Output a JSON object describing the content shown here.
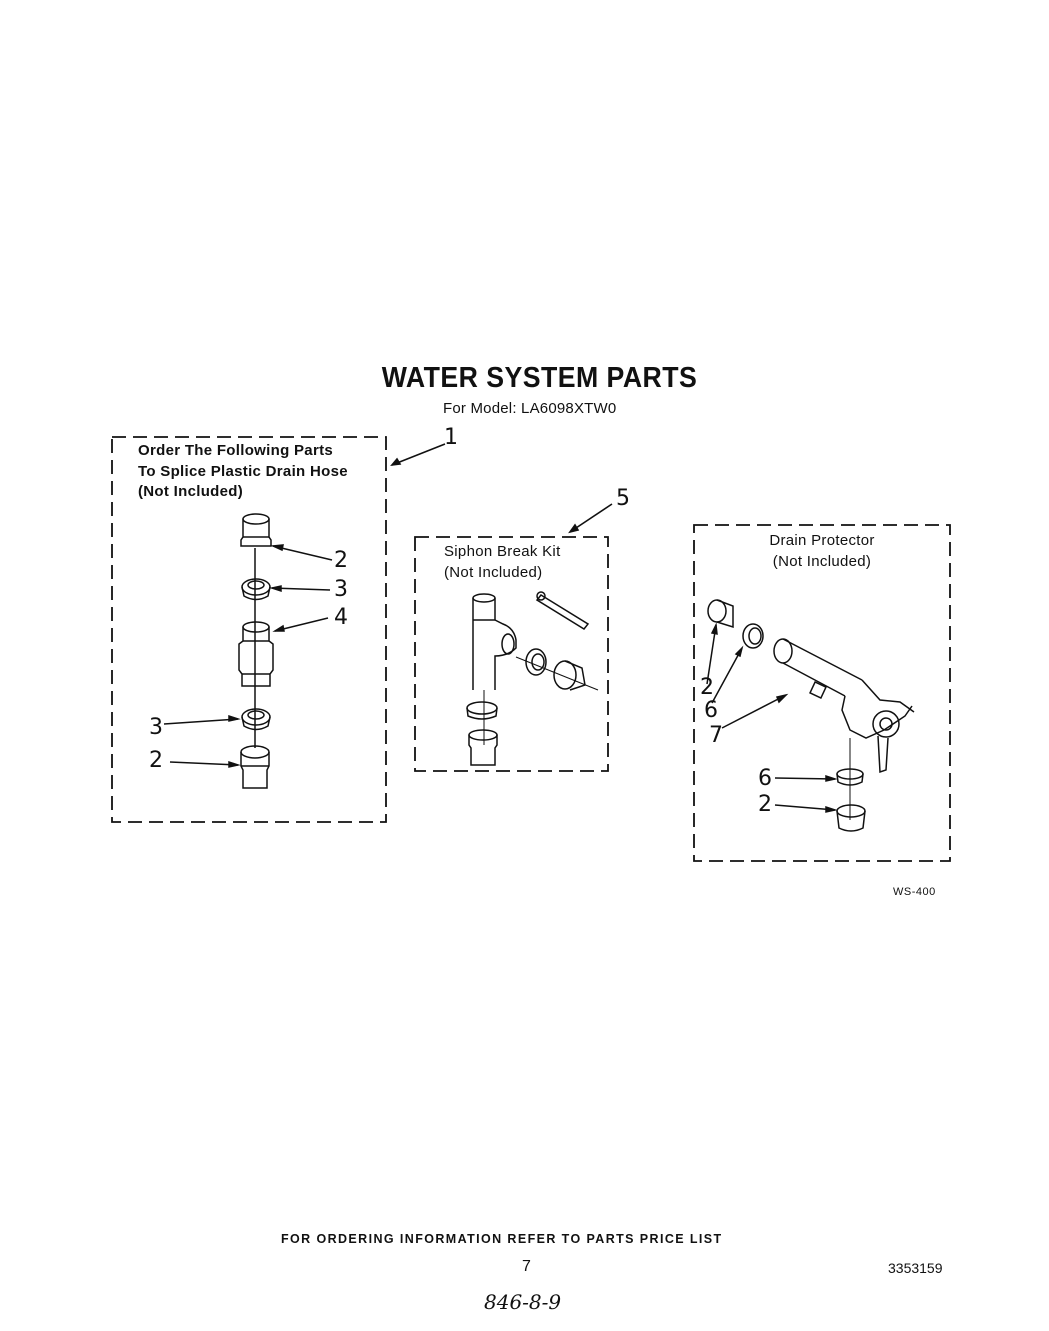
{
  "page": {
    "title": "WATER SYSTEM PARTS",
    "subtitle": "For Model: LA6098XTW0",
    "figure_code": "WS-400",
    "footer": "FOR ORDERING INFORMATION REFER TO PARTS PRICE LIST",
    "page_number": "7",
    "doc_number": "3353159",
    "handwritten_note": "846-8-9"
  },
  "splice_box": {
    "line1": "Order The Following Parts",
    "line2": "To Splice Plastic Drain Hose",
    "line3": "(Not Included)",
    "callout": "1",
    "parts": [
      "2",
      "3",
      "4",
      "3",
      "2"
    ]
  },
  "siphon_box": {
    "line1": "Siphon Break Kit",
    "line2": "(Not Included)",
    "callout": "5"
  },
  "drain_box": {
    "line1": "Drain Protector",
    "line2": "(Not Included)",
    "parts": [
      "2",
      "6",
      "7",
      "6",
      "2"
    ]
  }
}
